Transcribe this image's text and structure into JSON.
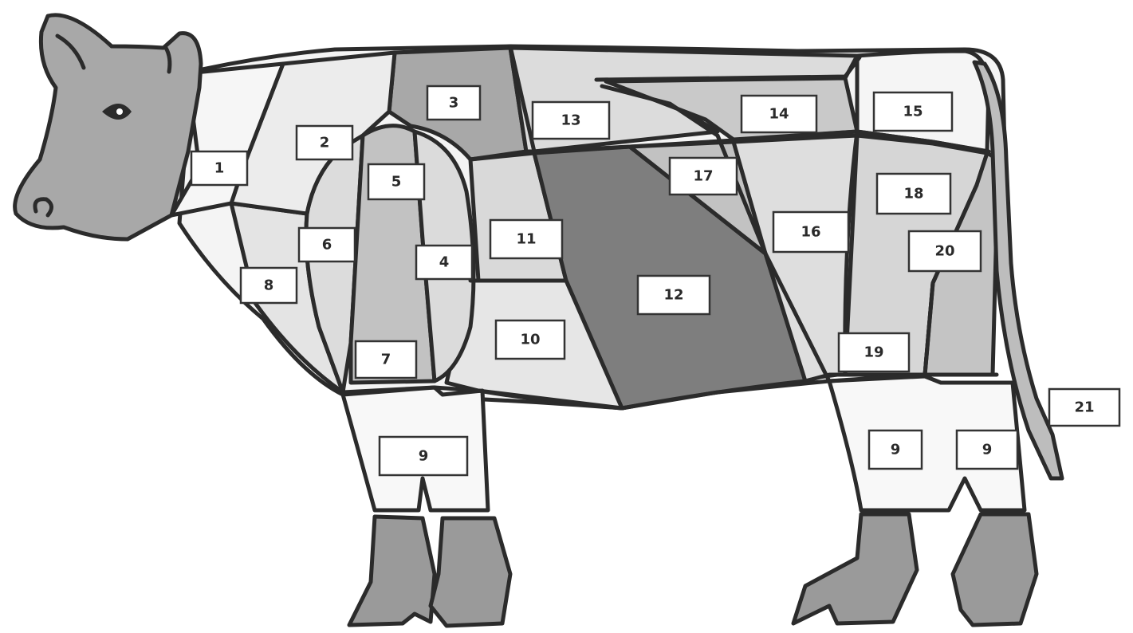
{
  "colors": {
    "outline": "#2b2b2b",
    "white": "#f7f7f7",
    "light": "#e3e3e3",
    "medium": "#c4c4c4",
    "head": "#a9a9a9",
    "dark": "#8f8f8f",
    "darkest": "#757575",
    "hoof": "#9d9d9d",
    "label_bg": "#ffffff"
  },
  "cut_labels": [
    {
      "id": "1",
      "text": "1"
    },
    {
      "id": "2",
      "text": "2"
    },
    {
      "id": "3",
      "text": "3"
    },
    {
      "id": "4",
      "text": "4"
    },
    {
      "id": "5",
      "text": "5"
    },
    {
      "id": "6",
      "text": "6"
    },
    {
      "id": "7",
      "text": "7"
    },
    {
      "id": "8",
      "text": "8"
    },
    {
      "id": "9a",
      "text": "9"
    },
    {
      "id": "9b",
      "text": "9"
    },
    {
      "id": "9c",
      "text": "9"
    },
    {
      "id": "10",
      "text": "10"
    },
    {
      "id": "11",
      "text": "11"
    },
    {
      "id": "12",
      "text": "12"
    },
    {
      "id": "13",
      "text": "13"
    },
    {
      "id": "14",
      "text": "14"
    },
    {
      "id": "15",
      "text": "15"
    },
    {
      "id": "16",
      "text": "16"
    },
    {
      "id": "17",
      "text": "17"
    },
    {
      "id": "18",
      "text": "18"
    },
    {
      "id": "19",
      "text": "19"
    },
    {
      "id": "20",
      "text": "20"
    },
    {
      "id": "21",
      "text": "21"
    }
  ]
}
